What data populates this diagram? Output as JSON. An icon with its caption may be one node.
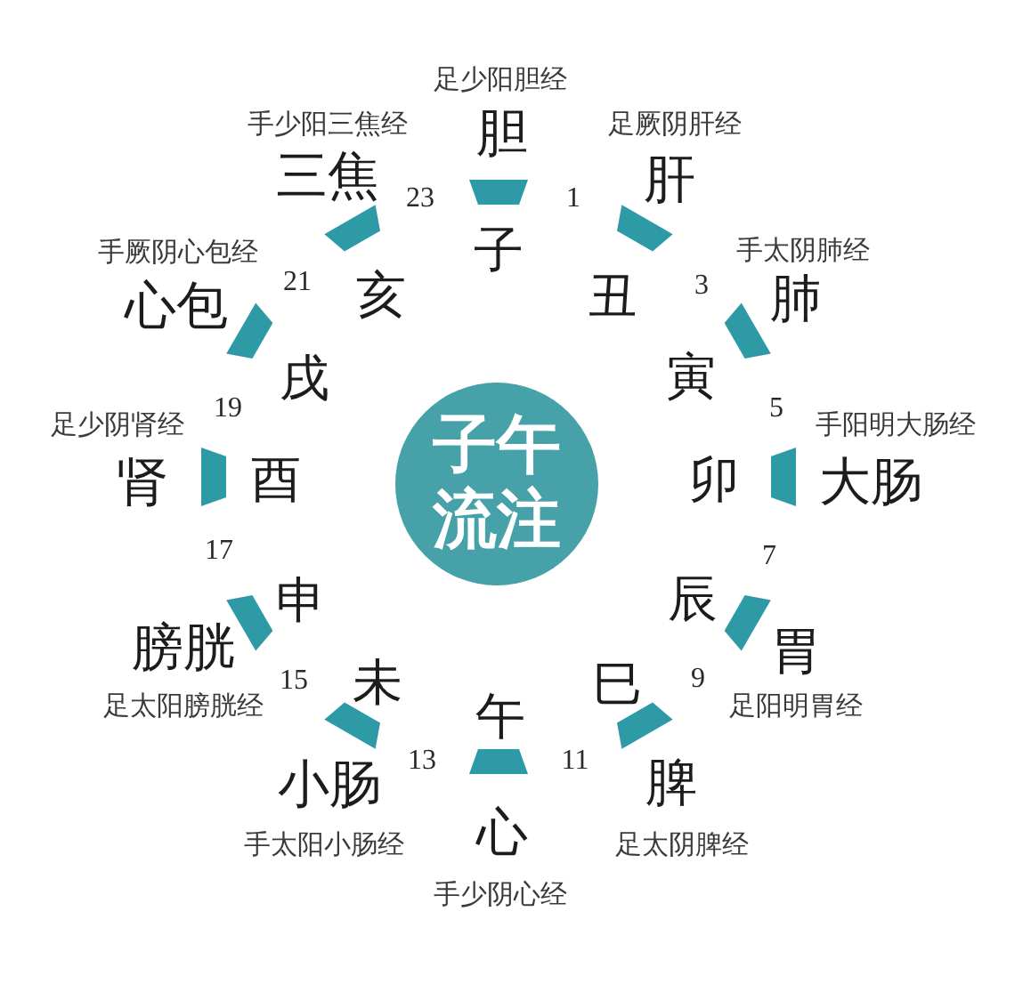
{
  "diagram": {
    "nodes": [
      {
        "text": [
          "子午流注"
        ]
      }
    ],
    "labels": [
      "足少阳胆经",
      "胆",
      "子",
      "1",
      "足厥阴肝经",
      "肝",
      "丑",
      "3",
      "手太阴肺经",
      "肺",
      "寅",
      "5",
      "手阳明大肠经",
      "大肠",
      "卯",
      "7",
      "足阳明胃经",
      "胃",
      "辰",
      "9",
      "足太阴脾经",
      "脾",
      "巳",
      "11",
      "手少阴心经",
      "心",
      "午",
      "13",
      "手太阳小肠经",
      "小肠",
      "未",
      "15",
      "足太阳膀胱经",
      "膀胱",
      "申",
      "17",
      "足少阴肾经",
      "肾",
      "酉",
      "19",
      "手厥阴心包经",
      "心包",
      "戌",
      "21",
      "手少阳三焦经",
      "三焦",
      "亥",
      "23"
    ]
  }
}
